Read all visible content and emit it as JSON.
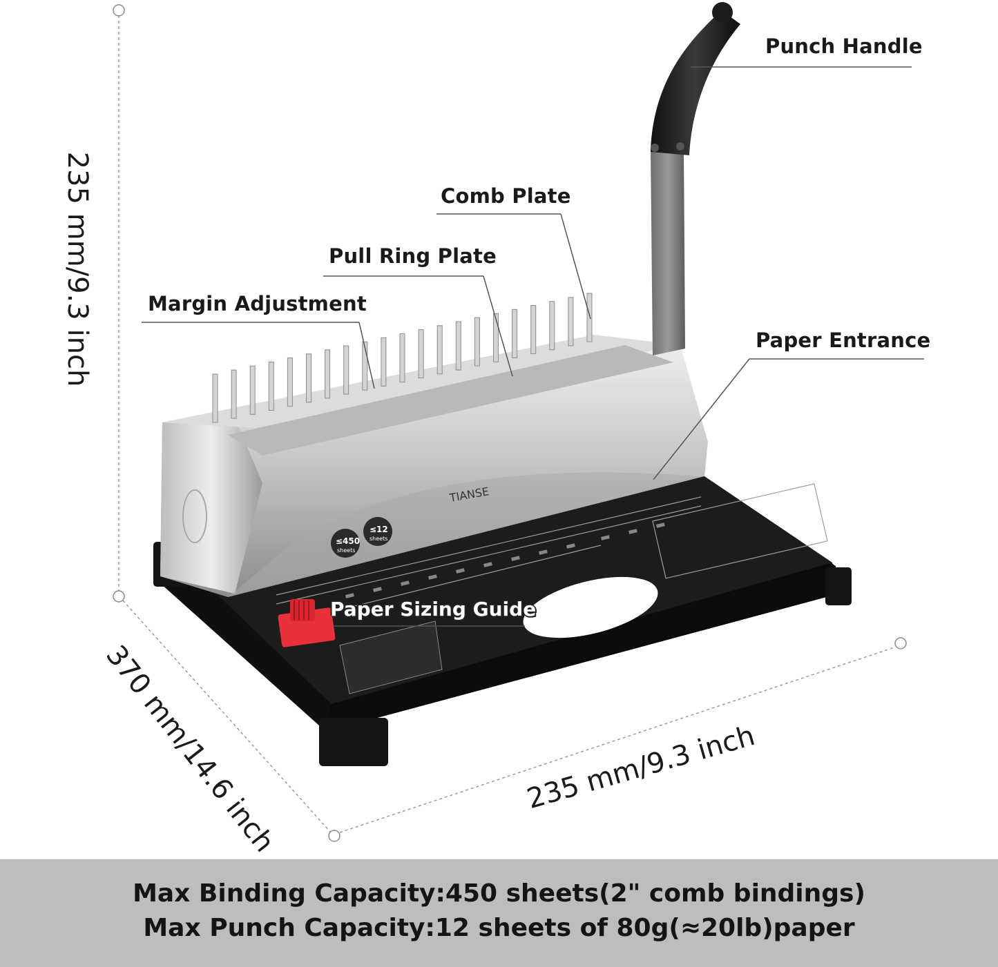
{
  "callouts": {
    "punch_handle": "Punch Handle",
    "comb_plate": "Comb Plate",
    "pull_ring_plate": "Pull Ring Plate",
    "margin_adjustment": "Margin Adjustment",
    "paper_entrance": "Paper Entrance",
    "paper_sizing_guide": "Paper Sizing Guide"
  },
  "dimensions": {
    "height": "235 mm/9.3 inch",
    "depth": "370 mm/14.6 inch",
    "width": "235 mm/9.3 inch"
  },
  "product": {
    "brand": "TIANSE",
    "badge_binding_value": "≤450",
    "badge_binding_unit": "sheets",
    "badge_punch_value": "≤12",
    "badge_punch_unit": "sheets"
  },
  "specs": {
    "binding": "Max Binding Capacity:450 sheets(2\" comb bindings)",
    "punch": "Max Punch Capacity:12 sheets of 80g(≈20lb)paper"
  },
  "colors": {
    "background": "#ffffff",
    "footer_band": "#bdbdbd",
    "base_black": "#161616",
    "body_silver": "#c9c9c9",
    "knob_red": "#e8313a"
  }
}
